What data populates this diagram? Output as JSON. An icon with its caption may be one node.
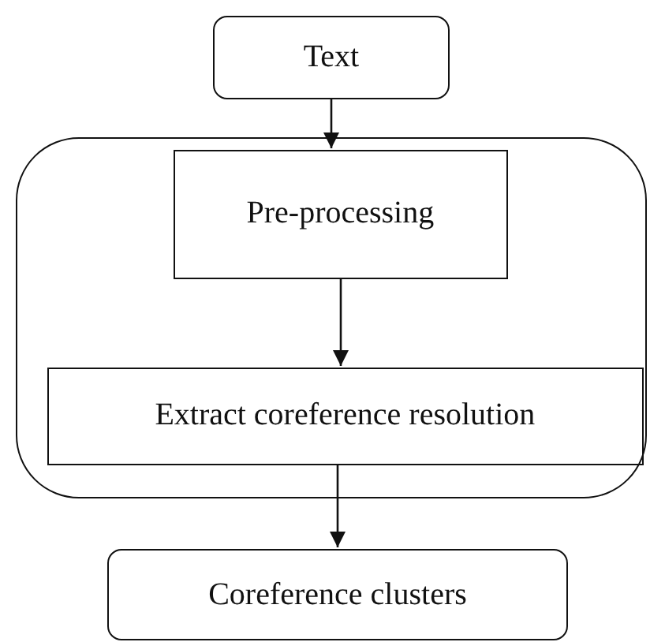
{
  "diagram": {
    "nodes": [
      {
        "text": [
          "Text"
        ]
      },
      {
        "text": [],
        "shape": "box"
      },
      {
        "text": [
          "Pre-processing"
        ],
        "in": 1
      },
      {
        "text": [
          "Extract coreference resolution"
        ],
        "in": 1
      },
      {
        "text": [
          "Coreference clusters"
        ]
      }
    ],
    "edges": [
      {
        "from": 0,
        "to": 2,
        "arrow": "to"
      },
      {
        "from": 2,
        "to": 3,
        "arrow": "to"
      },
      {
        "from": 3,
        "to": 4,
        "arrow": "to"
      }
    ]
  }
}
